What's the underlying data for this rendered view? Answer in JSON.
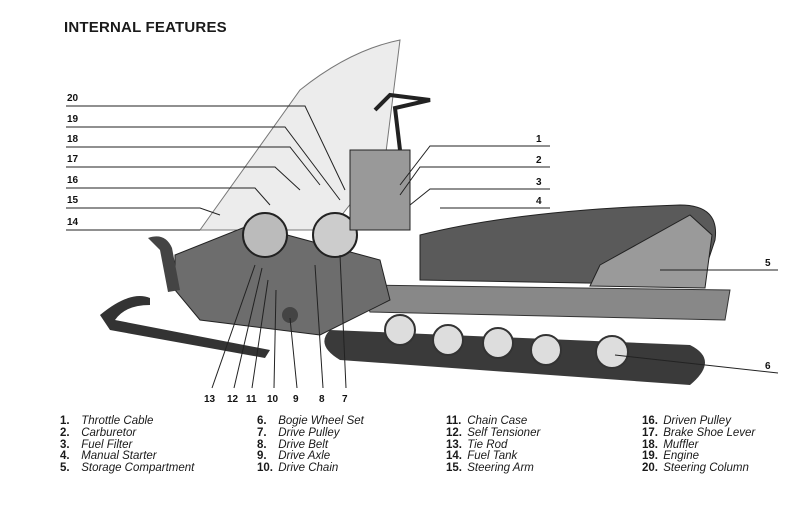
{
  "title": "INTERNAL FEATURES",
  "callouts": {
    "n1": "1",
    "n2": "2",
    "n3": "3",
    "n4": "4",
    "n5": "5",
    "n6": "6",
    "n7": "7",
    "n8": "8",
    "n9": "9",
    "n10": "10",
    "n11": "11",
    "n12": "12",
    "n13": "13",
    "n14": "14",
    "n15": "15",
    "n16": "16",
    "n17": "17",
    "n18": "18",
    "n19": "19",
    "n20": "20"
  },
  "legend": [
    [
      {
        "num": "1.",
        "label": "Throttle Cable"
      },
      {
        "num": "2.",
        "label": "Carburetor"
      },
      {
        "num": "3.",
        "label": "Fuel Filter"
      },
      {
        "num": "4.",
        "label": "Manual Starter"
      },
      {
        "num": "5.",
        "label": "Storage Compartment"
      }
    ],
    [
      {
        "num": "6.",
        "label": "Bogie Wheel Set"
      },
      {
        "num": "7.",
        "label": "Drive Pulley"
      },
      {
        "num": "8.",
        "label": "Drive Belt"
      },
      {
        "num": "9.",
        "label": "Drive Axle"
      },
      {
        "num": "10.",
        "label": "Drive Chain"
      }
    ],
    [
      {
        "num": "11.",
        "label": "Chain Case"
      },
      {
        "num": "12.",
        "label": "Self Tensioner"
      },
      {
        "num": "13.",
        "label": "Tie Rod"
      },
      {
        "num": "14.",
        "label": "Fuel Tank"
      },
      {
        "num": "15.",
        "label": "Steering Arm"
      }
    ],
    [
      {
        "num": "16.",
        "label": "Driven Pulley"
      },
      {
        "num": "17.",
        "label": "Brake Shoe Lever"
      },
      {
        "num": "18.",
        "label": "Muffler"
      },
      {
        "num": "19.",
        "label": "Engine"
      },
      {
        "num": "20.",
        "label": "Steering Column"
      }
    ]
  ]
}
